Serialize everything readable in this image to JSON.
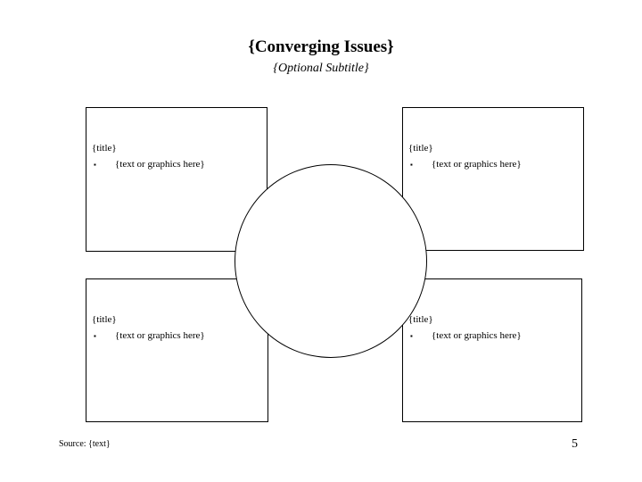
{
  "slide": {
    "title": "{Converging Issues}",
    "subtitle": "{Optional Subtitle}",
    "footer": {
      "source_note": "Source: {text}",
      "page_number": "5"
    },
    "colors": {
      "background": "#ffffff",
      "text": "#000000",
      "shape_outline": "#000000",
      "shape_fill": "#ffffff"
    },
    "shapes": {
      "center_circle": "white-filled-circle-outline"
    }
  },
  "boxes": [
    {
      "position": "top-left",
      "title": "{title}",
      "bullet_glyph": "▪",
      "bullet_text": "{text or graphics here}"
    },
    {
      "position": "top-right",
      "title": "{title}",
      "bullet_glyph": "▪",
      "bullet_text": "{text or graphics here}"
    },
    {
      "position": "bottom-left",
      "title": "{title}",
      "bullet_glyph": "▪",
      "bullet_text": "{text or graphics here}"
    },
    {
      "position": "bottom-right",
      "title": "{title}",
      "bullet_glyph": "▪",
      "bullet_text": "{text or graphics here}"
    }
  ]
}
